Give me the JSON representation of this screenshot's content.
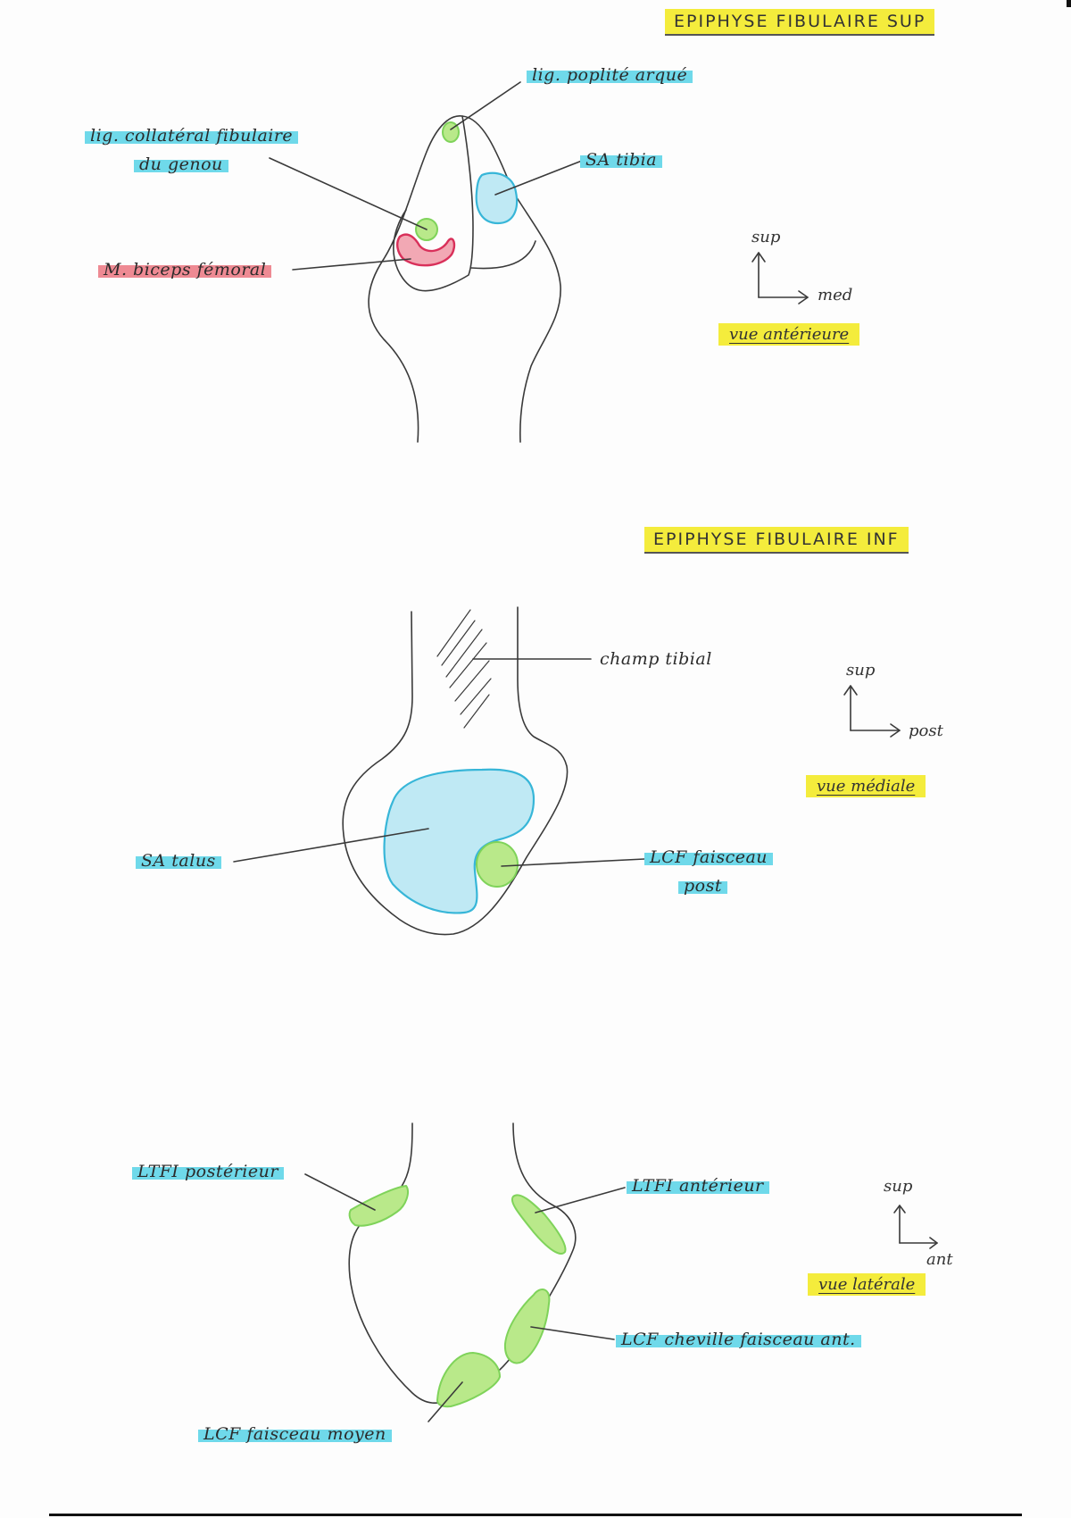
{
  "page": {
    "type": "handwritten anatomy study sheet",
    "colors": {
      "paper": "#fdfdfd",
      "ink": "#3a3a3a",
      "highlight_yellow": "#f4ec3c",
      "highlight_cyan": "#6fd9ea",
      "highlight_red": "#ee8a93",
      "ligament_green": "#b9e98a",
      "ligament_green_outline": "#7fd35a",
      "articular_blue": "#bfe9f4",
      "articular_blue_outline": "#37b6d8",
      "tendon_red": "#f2a8b4",
      "tendon_red_outline": "#d9305a"
    }
  },
  "sections": [
    {
      "id": "sup",
      "title": "EPIPHYSE FIBULAIRE SUP",
      "view": "vue antérieure",
      "axes": {
        "vertical": "sup",
        "horizontal": "med"
      },
      "labels": [
        {
          "text": "lig. poplité arqué",
          "highlight": "cyan"
        },
        {
          "text": "lig. collatéral fibulaire",
          "highlight": "cyan"
        },
        {
          "text": "du genou",
          "highlight": "cyan"
        },
        {
          "text": "SA tibia",
          "highlight": "cyan"
        },
        {
          "text": "M. biceps fémoral",
          "highlight": "red"
        }
      ]
    },
    {
      "id": "inf_medial",
      "title": "EPIPHYSE FIBULAIRE INF",
      "view": "vue médiale",
      "axes": {
        "vertical": "sup",
        "horizontal": "post"
      },
      "labels": [
        {
          "text": "champ tibial",
          "highlight": "none"
        },
        {
          "text": "SA talus",
          "highlight": "cyan"
        },
        {
          "text": "LCF faisceau",
          "highlight": "cyan"
        },
        {
          "text": "post",
          "highlight": "cyan"
        }
      ]
    },
    {
      "id": "inf_lateral",
      "view": "vue latérale",
      "axes": {
        "vertical": "sup",
        "horizontal": "ant"
      },
      "labels": [
        {
          "text": "LTFI postérieur",
          "highlight": "cyan"
        },
        {
          "text": "LTFI antérieur",
          "highlight": "cyan"
        },
        {
          "text": "LCF cheville faisceau ant.",
          "highlight": "cyan"
        },
        {
          "text": "LCF faisceau moyen",
          "highlight": "cyan"
        }
      ]
    }
  ]
}
